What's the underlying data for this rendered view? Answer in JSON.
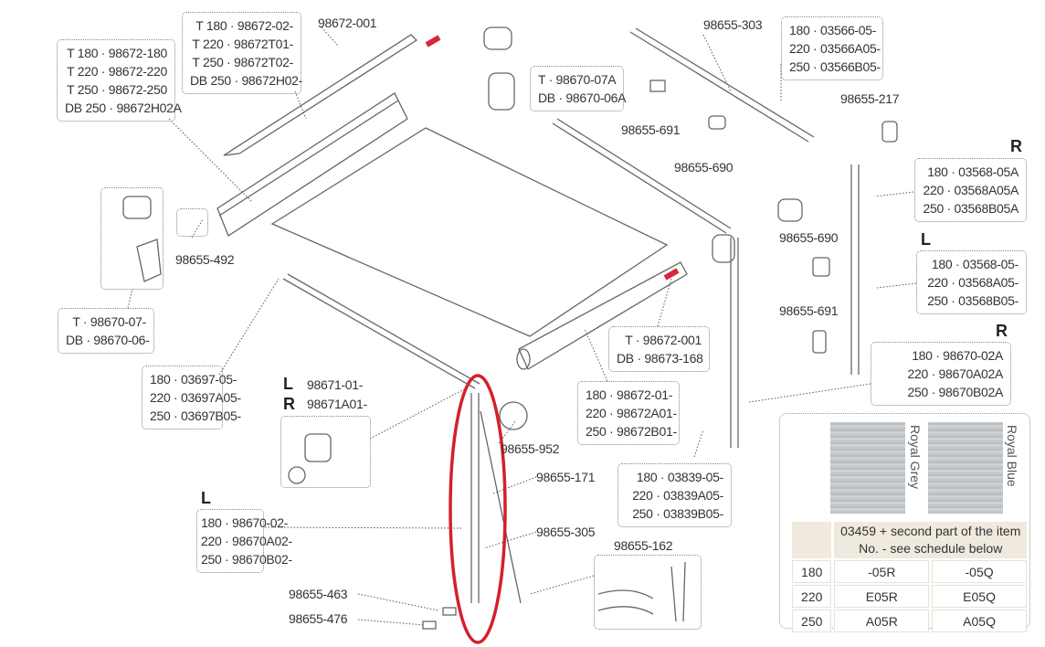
{
  "labels": {
    "top_cover_sizes": [
      "T 180 · 98672-180",
      "T 220 · 98672-220",
      "T 250 · 98672-250",
      "DB 250 · 98672H02A"
    ],
    "front_cover_sizes": [
      "T 180 · 98672-02-",
      "T 220 · 98672T01-",
      "T 250 · 98672T02-",
      "DB 250 · 98672H02-"
    ],
    "logo_part": "98672-001",
    "right_endcap": [
      "T · 98670-07A",
      "DB · 98670-06A"
    ],
    "p303": "98655-303",
    "rafter_arm": [
      "180 · 03566-05-",
      "220 · 03566A05-",
      "250 · 03566B05-"
    ],
    "p691a": "98655-691",
    "p690a": "98655-690",
    "p217": "98655-217",
    "r1": "R",
    "leg_r_upper": [
      "180 · 03568-05A",
      "220 · 03568A05A",
      "250 · 03568B05A"
    ],
    "p690b": "98655-690",
    "l1": "L",
    "leg_l_upper": [
      "180 · 03568-05-",
      "220 · 03568A05-",
      "250 · 03568B05-"
    ],
    "p691b": "98655-691",
    "r2": "R",
    "leg_r": [
      "180 · 98670-02A",
      "220 · 98670A02A",
      "250 · 98670B02A"
    ],
    "front_bar_logo": [
      "T · 98672-001",
      "DB · 98673-168"
    ],
    "front_bar": [
      "180 · 98672-01-",
      "220 · 98672A01-",
      "250 · 98672B01-"
    ],
    "p492": "98655-492",
    "left_endcap": [
      "T · 98670-07-",
      "DB · 98670-06-"
    ],
    "left_arm": [
      "180 · 03697-05-",
      "220 · 03697A05-",
      "250 · 03697B05-"
    ],
    "l2": "L",
    "r3": "R",
    "joint_l": "98671-01-",
    "joint_r": "98671A01-",
    "p952": "98655-952",
    "p171": "98655-171",
    "p305": "98655-305",
    "l3": "L",
    "leg_l": [
      "180 · 98670-02-",
      "220 · 98670A02-",
      "250 · 98670B02-"
    ],
    "foot_leg": [
      "180 · 03839-05-",
      "220 · 03839A05-",
      "250 · 03839B05-"
    ],
    "p162": "98655-162",
    "p463": "98655-463",
    "p476": "98655-476"
  },
  "fabric": {
    "swatches": [
      "Royal Grey",
      "Royal Blue"
    ],
    "header": "03459 + second part of the item No. - see schedule below",
    "rows": [
      {
        "size": "180",
        "grey": "-05R",
        "blue": "-05Q"
      },
      {
        "size": "220",
        "grey": "E05R",
        "blue": "E05Q"
      },
      {
        "size": "250",
        "grey": "A05R",
        "blue": "A05Q"
      }
    ]
  },
  "colors": {
    "highlight": "#d4202a",
    "logo": "#d9263a",
    "table_header": "#efe9de"
  }
}
